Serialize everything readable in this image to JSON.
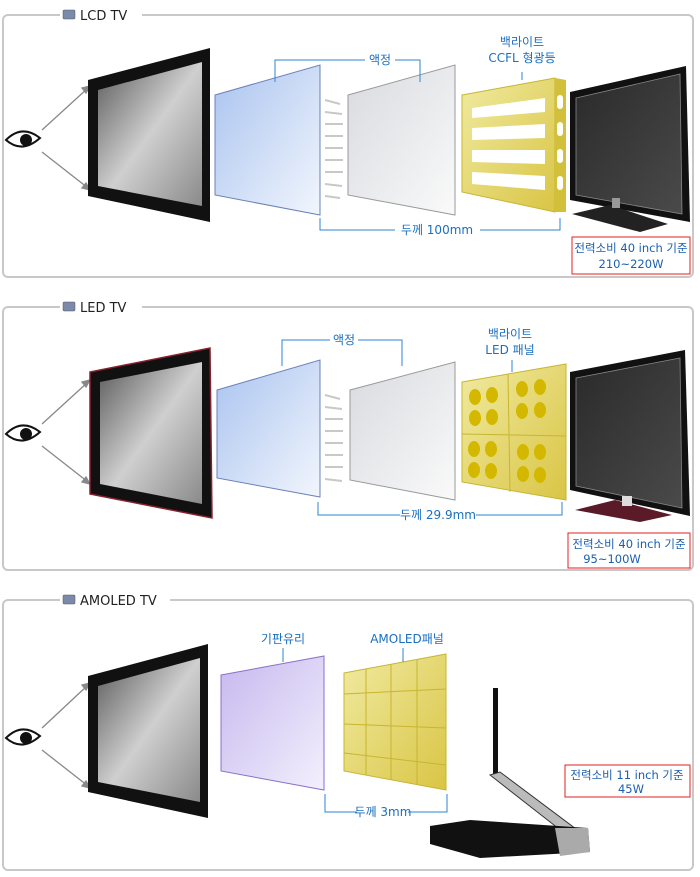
{
  "sections": [
    {
      "title": "LCD TV",
      "layer1_label": "액정",
      "backlight_label_1": "백라이트",
      "backlight_label_2": "CCFL 형광등",
      "thickness": "두께 100mm",
      "power_line1": "전력소비 40 inch 기준",
      "power_line2": "210~220W"
    },
    {
      "title": "LED TV",
      "layer1_label": "액정",
      "backlight_label_1": "백라이트",
      "backlight_label_2": "LED 패널",
      "thickness": "두께 29.9mm",
      "power_line1": "전력소비 40 inch 기준",
      "power_line2": "95~100W"
    },
    {
      "title": "AMOLED TV",
      "layer1_label": "기판유리",
      "layer2_label": "AMOLED패널",
      "thickness": "두께 3mm",
      "power_line1": "전력소비 11 inch 기준",
      "power_line2": "45W"
    }
  ],
  "colors": {
    "label": "#1a6fc0",
    "power_border": "#e02020",
    "frame": "#c8c8c8"
  }
}
